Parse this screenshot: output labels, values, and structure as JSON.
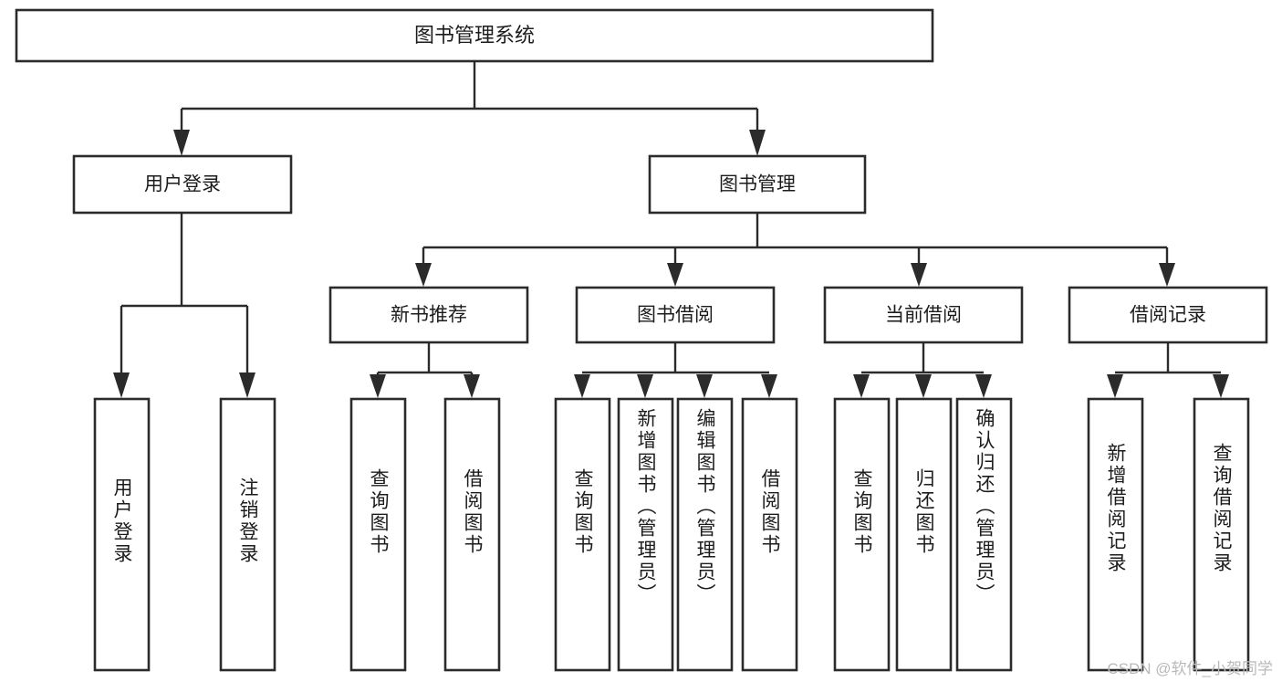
{
  "diagram": {
    "type": "tree",
    "title": "图书管理系统",
    "watermark": "CSDN @软件_小贺同学",
    "nodes": {
      "root": {
        "label": "图书管理系统"
      },
      "level2": [
        {
          "id": "user-login",
          "label": "用户登录"
        },
        {
          "id": "book-manage",
          "label": "图书管理"
        }
      ],
      "level3": [
        {
          "id": "new-book-recommend",
          "label": "新书推荐",
          "parent": "book-manage"
        },
        {
          "id": "book-borrow",
          "label": "图书借阅",
          "parent": "book-manage"
        },
        {
          "id": "current-borrow",
          "label": "当前借阅",
          "parent": "book-manage"
        },
        {
          "id": "borrow-record",
          "label": "借阅记录",
          "parent": "book-manage"
        }
      ],
      "leaves": [
        {
          "id": "leaf-user-login",
          "label": "用户登录",
          "parent": "user-login"
        },
        {
          "id": "leaf-logout",
          "label": "注销登录",
          "parent": "user-login"
        },
        {
          "id": "leaf-query-book-1",
          "label": "查询图书",
          "parent": "new-book-recommend"
        },
        {
          "id": "leaf-borrow-book-1",
          "label": "借阅图书",
          "parent": "new-book-recommend"
        },
        {
          "id": "leaf-query-book-2",
          "label": "查询图书",
          "parent": "book-borrow"
        },
        {
          "id": "leaf-add-book",
          "label": "新增图书（管理员）",
          "parent": "book-borrow"
        },
        {
          "id": "leaf-edit-book",
          "label": "编辑图书（管理员）",
          "parent": "book-borrow"
        },
        {
          "id": "leaf-borrow-book-2",
          "label": "借阅图书",
          "parent": "book-borrow"
        },
        {
          "id": "leaf-query-book-3",
          "label": "查询图书",
          "parent": "current-borrow"
        },
        {
          "id": "leaf-return-book",
          "label": "归还图书",
          "parent": "current-borrow"
        },
        {
          "id": "leaf-confirm-return",
          "label": "确认归还（管理员）",
          "parent": "current-borrow"
        },
        {
          "id": "leaf-add-record",
          "label": "新增借阅记录",
          "parent": "borrow-record"
        },
        {
          "id": "leaf-query-record",
          "label": "查询借阅记录",
          "parent": "borrow-record"
        }
      ]
    },
    "colors": {
      "box_stroke": "#2b2b2b",
      "box_fill": "#ffffff",
      "text": "#1c1c1c",
      "watermark": "#b9b9b9",
      "background": "#ffffff"
    }
  }
}
